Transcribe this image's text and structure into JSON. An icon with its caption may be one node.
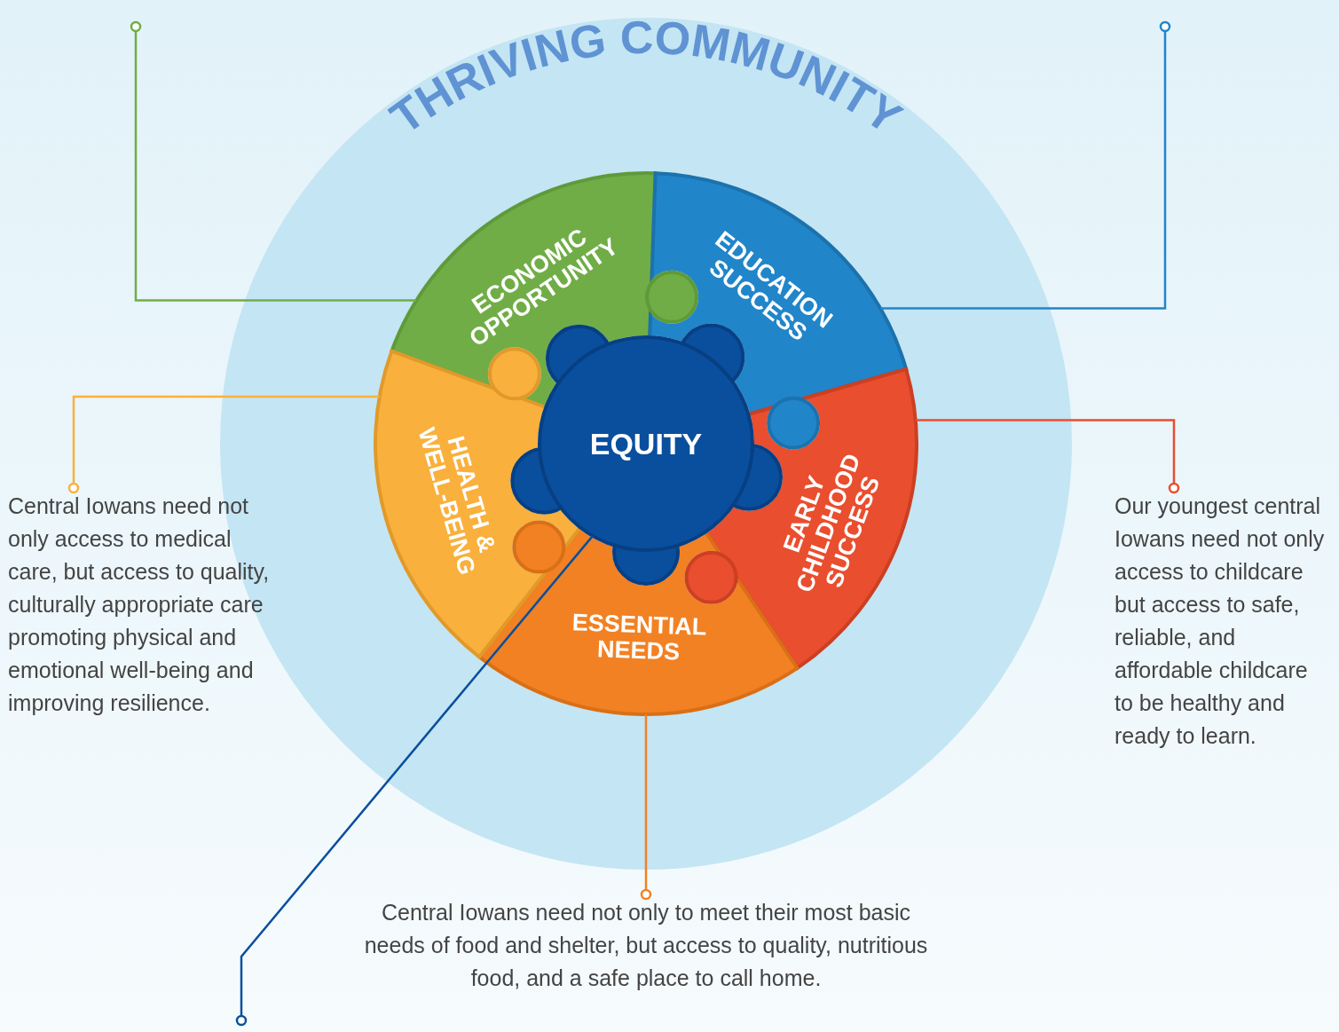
{
  "diagram": {
    "nodes": [
      {
        "text": [
          "THRIVING COMMUNITY"
        ]
      },
      {
        "text": [
          "ECONOMIC OPPORTUNITY"
        ],
        "in": 0
      },
      {
        "text": [
          "EDUCATION SUCCESS"
        ],
        "in": 0
      },
      {
        "text": [
          "EARLY CHILDHOOD SUCCESS"
        ],
        "in": 0
      },
      {
        "text": [
          "ESSENTIAL NEEDS"
        ],
        "in": 0
      },
      {
        "text": [
          "HEALTH & WELL-BEING"
        ],
        "in": 0
      },
      {
        "text": [
          "EQUITY"
        ],
        "in": 0
      },
      {
        "text": [
          "Central Iowans need not only access to medical care, but access to quality, culturally appropriate care promoting physical and emotional well-being and improving resilience."
        ]
      },
      {
        "text": [
          "Our youngest central Iowans need not only access to childcare but access to safe, reliable, and affordable childcare to be healthy and ready to learn."
        ]
      },
      {
        "text": [
          "Central Iowans need not only to meet their most basic needs of food and shelter, but access to quality, nutritious food, and a safe place to call home."
        ]
      }
    ],
    "edges": [
      {
        "from": 1,
        "to": null,
        "arrow": "other",
        "color": "#70ad47"
      },
      {
        "from": 2,
        "to": null,
        "arrow": "other",
        "color": "#2185c9"
      },
      {
        "from": 5,
        "to": 7,
        "arrow": "other",
        "color": "#f9b03c"
      },
      {
        "from": 3,
        "to": 8,
        "arrow": "other",
        "color": "#e94e2f"
      },
      {
        "from": 4,
        "to": 9,
        "arrow": "other",
        "color": "#f28123"
      },
      {
        "from": 6,
        "to": null,
        "arrow": "other",
        "color": "#0a4f9e"
      }
    ]
  }
}
